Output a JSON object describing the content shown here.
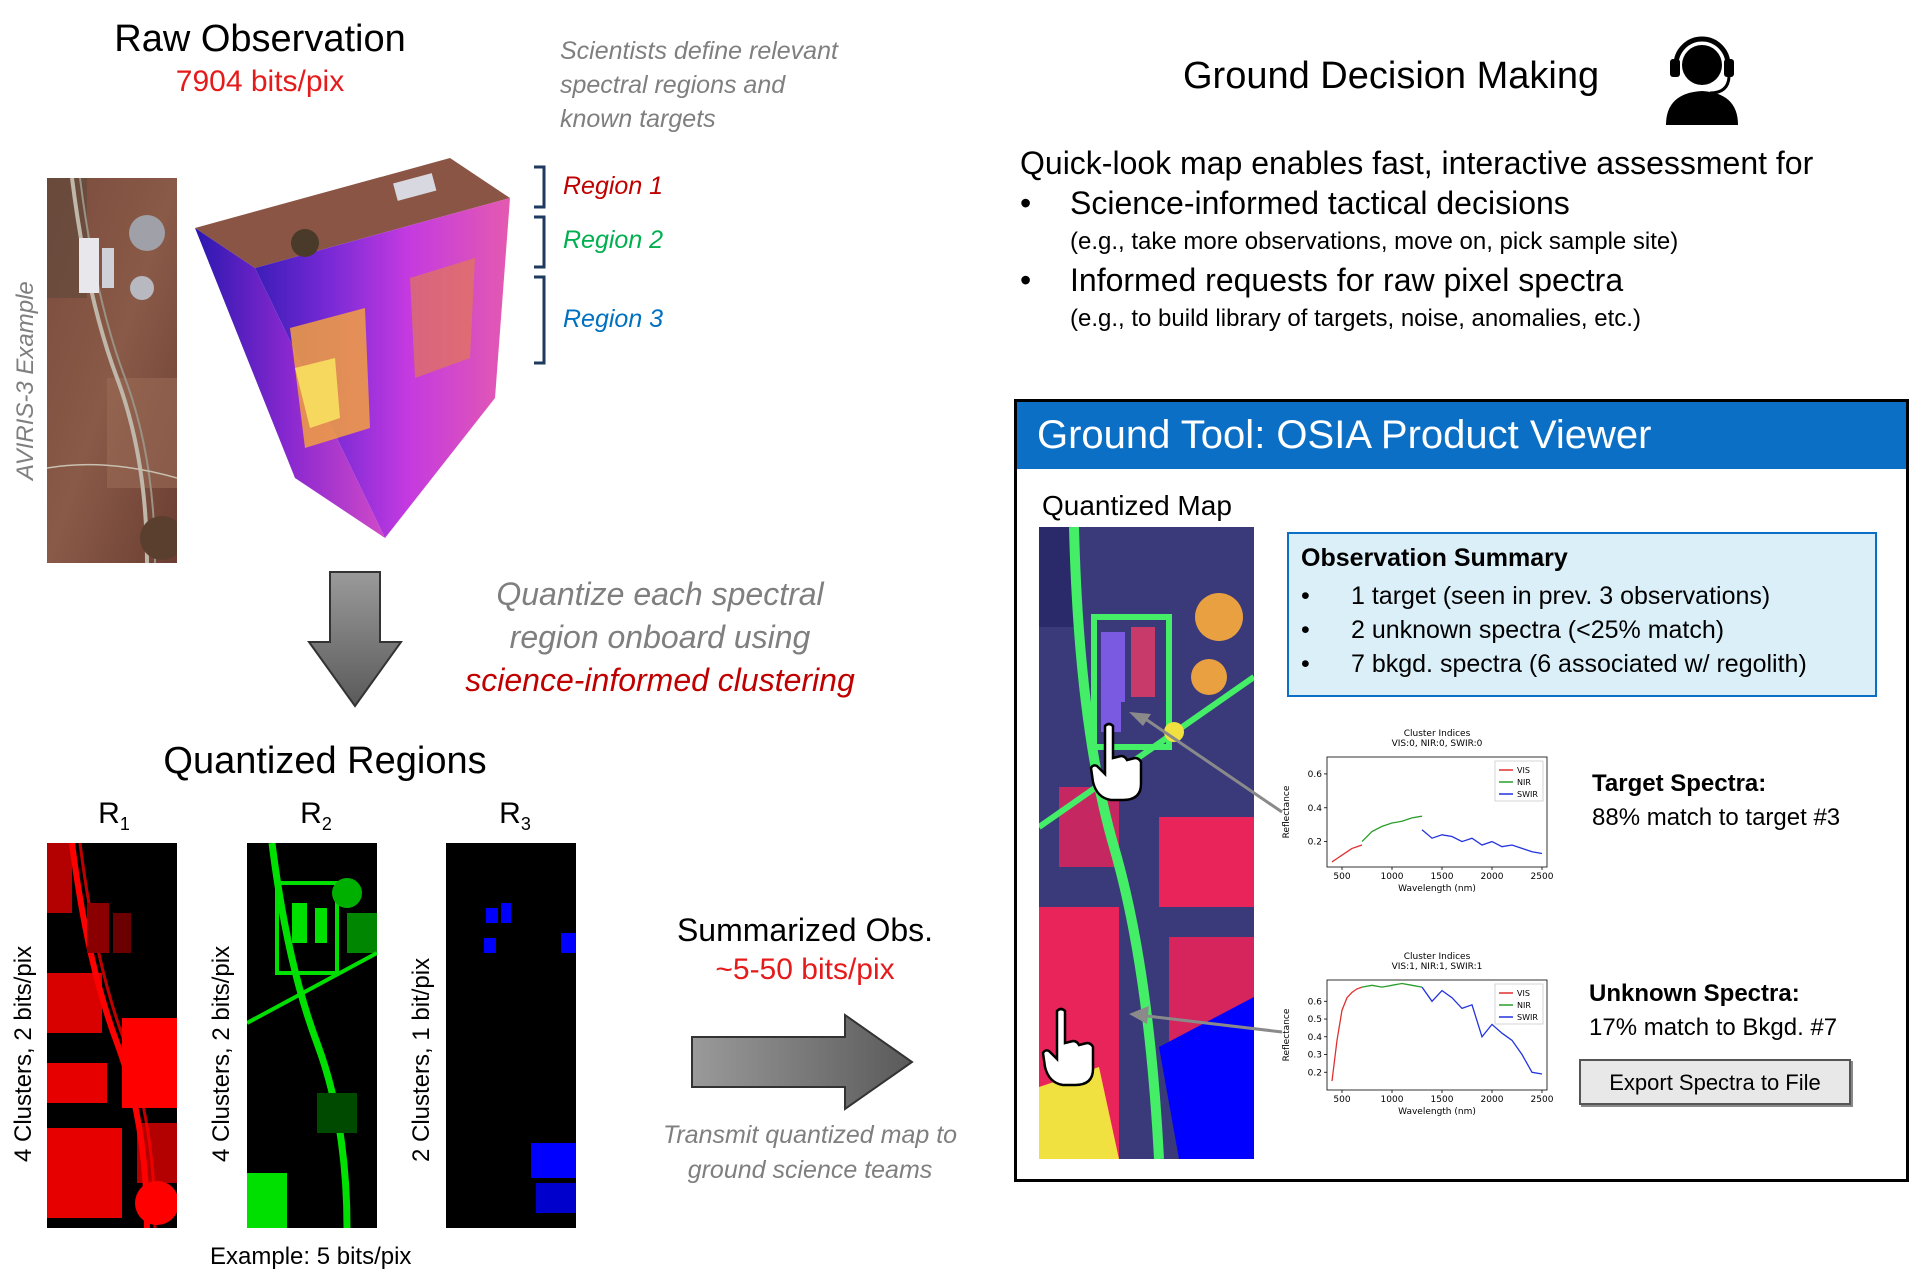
{
  "raw": {
    "title": "Raw Observation",
    "bits": "7904 bits/pix",
    "scientists_note": [
      "Scientists define relevant",
      "spectral regions and",
      "known targets"
    ],
    "aviris_label": "AVIRIS-3 Example",
    "regions": [
      "Region 1",
      "Region 2",
      "Region 3"
    ]
  },
  "quantize": {
    "text_line1": "Quantize each spectral",
    "text_line2": "region onboard using",
    "text_line3": "science-informed clustering"
  },
  "quantized_regions": {
    "title": "Quantized Regions",
    "maps": [
      {
        "label": "R",
        "sub": "1",
        "side": "4 Clusters, 2 bits/pix",
        "color": "#ff0000"
      },
      {
        "label": "R",
        "sub": "2",
        "side": "4 Clusters, 2 bits/pix",
        "color": "#00e000"
      },
      {
        "label": "R",
        "sub": "3",
        "side": "2 Clusters, 1 bit/pix",
        "color": "#0000ff"
      }
    ],
    "example": "Example: 5 bits/pix"
  },
  "summarized": {
    "title": "Summarized Obs.",
    "bits": "~5-50 bits/pix",
    "transmit_line1": "Transmit quantized map to",
    "transmit_line2": "ground science teams"
  },
  "ground": {
    "title": "Ground Decision Making",
    "icon": "operator-headset-icon",
    "intro": "Quick-look map enables fast, interactive assessment for",
    "bullets": [
      {
        "main": "Science-informed tactical decisions",
        "sub": "(e.g., take more observations, move on, pick sample site)"
      },
      {
        "main": "Informed requests for raw pixel spectra",
        "sub": "(e.g., to build library of targets, noise, anomalies, etc.)"
      }
    ]
  },
  "tool": {
    "header": "Ground Tool: OSIA Product Viewer",
    "map_title": "Quantized Map",
    "summary_title": "Observation Summary",
    "summary_items": [
      "1 target (seen in prev. 3 observations)",
      "2 unknown spectra (<25% match)",
      "7 bkgd. spectra (6 associated w/ regolith)"
    ],
    "target": {
      "title": "Target Spectra:",
      "text": "88% match to target #3"
    },
    "unknown": {
      "title": "Unknown Spectra:",
      "text": "17% match to Bkgd. #7"
    },
    "export_button": "Export Spectra to File"
  },
  "chart_data": [
    {
      "type": "line",
      "title": "Cluster Indices",
      "subtitle": "VIS:0, NIR:0, SWIR:0",
      "xlabel": "Wavelength (nm)",
      "ylabel": "Reflectance",
      "xlim": [
        350,
        2550
      ],
      "ylim": [
        0.05,
        0.7
      ],
      "xticks": [
        500,
        1000,
        1500,
        2000,
        2500
      ],
      "yticks": [
        0.2,
        0.4,
        0.6
      ],
      "legend": "top-right",
      "series": [
        {
          "name": "VIS",
          "color": "#e03030",
          "x": [
            400,
            450,
            500,
            550,
            600,
            650,
            700
          ],
          "y": [
            0.08,
            0.1,
            0.12,
            0.14,
            0.16,
            0.17,
            0.18
          ]
        },
        {
          "name": "NIR",
          "color": "#2a9d2a",
          "x": [
            700,
            800,
            900,
            1000,
            1100,
            1200,
            1300
          ],
          "y": [
            0.2,
            0.26,
            0.29,
            0.31,
            0.32,
            0.34,
            0.35
          ]
        },
        {
          "name": "SWIR",
          "color": "#2233dd",
          "x": [
            1300,
            1400,
            1500,
            1600,
            1700,
            1800,
            1900,
            2000,
            2100,
            2200,
            2300,
            2400,
            2500
          ],
          "y": [
            0.27,
            0.22,
            0.24,
            0.23,
            0.2,
            0.22,
            0.18,
            0.2,
            0.17,
            0.18,
            0.16,
            0.14,
            0.13
          ]
        }
      ]
    },
    {
      "type": "line",
      "title": "Cluster Indices",
      "subtitle": "VIS:1, NIR:1, SWIR:1",
      "xlabel": "Wavelength (nm)",
      "ylabel": "Reflectance",
      "xlim": [
        350,
        2550
      ],
      "ylim": [
        0.1,
        0.72
      ],
      "xticks": [
        500,
        1000,
        1500,
        2000,
        2500
      ],
      "yticks": [
        0.2,
        0.3,
        0.4,
        0.5,
        0.6
      ],
      "legend": "top-right",
      "series": [
        {
          "name": "VIS",
          "color": "#e03030",
          "x": [
            400,
            450,
            500,
            550,
            600,
            650,
            700
          ],
          "y": [
            0.15,
            0.38,
            0.55,
            0.62,
            0.65,
            0.67,
            0.68
          ]
        },
        {
          "name": "NIR",
          "color": "#2a9d2a",
          "x": [
            700,
            800,
            900,
            1000,
            1100,
            1200,
            1300
          ],
          "y": [
            0.68,
            0.69,
            0.68,
            0.69,
            0.7,
            0.69,
            0.68
          ]
        },
        {
          "name": "SWIR",
          "color": "#2233dd",
          "x": [
            1300,
            1400,
            1500,
            1600,
            1700,
            1800,
            1900,
            2000,
            2100,
            2200,
            2300,
            2400,
            2500
          ],
          "y": [
            0.68,
            0.6,
            0.66,
            0.62,
            0.56,
            0.58,
            0.4,
            0.47,
            0.42,
            0.38,
            0.3,
            0.2,
            0.19
          ]
        }
      ]
    }
  ]
}
